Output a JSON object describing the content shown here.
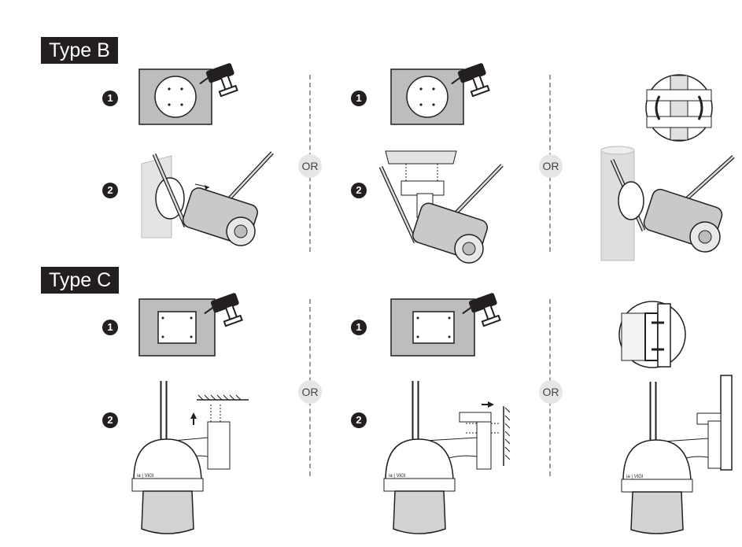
{
  "sections": [
    {
      "label": "Type B",
      "steps": [
        "1",
        "2",
        "1",
        "2"
      ]
    },
    {
      "label": "Type C",
      "steps": [
        "1",
        "2",
        "1",
        "2"
      ]
    }
  ],
  "or_labels": [
    "OR",
    "OR",
    "OR",
    "OR"
  ],
  "colors": {
    "panel": "#bdbdbd",
    "ink": "#231f20",
    "badge": "#e6e6e6",
    "camera_body": "#c9c9c9"
  }
}
